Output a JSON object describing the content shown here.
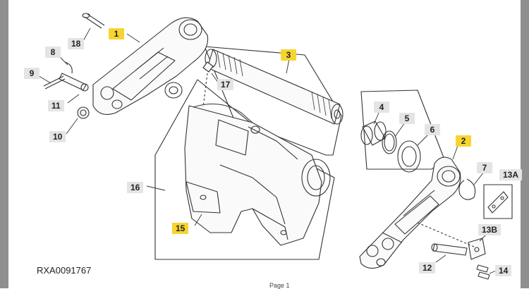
{
  "figure": {
    "reference": "RXA0091767",
    "footer": "Page 1"
  },
  "callouts": [
    {
      "id": "c1",
      "label": "1",
      "highlight": true
    },
    {
      "id": "c2",
      "label": "2",
      "highlight": true
    },
    {
      "id": "c3",
      "label": "3",
      "highlight": true
    },
    {
      "id": "c4",
      "label": "4",
      "highlight": false
    },
    {
      "id": "c5",
      "label": "5",
      "highlight": false
    },
    {
      "id": "c6",
      "label": "6",
      "highlight": false
    },
    {
      "id": "c7",
      "label": "7",
      "highlight": false
    },
    {
      "id": "c8",
      "label": "8",
      "highlight": false
    },
    {
      "id": "c9",
      "label": "9",
      "highlight": false
    },
    {
      "id": "c10",
      "label": "10",
      "highlight": false
    },
    {
      "id": "c11",
      "label": "11",
      "highlight": false
    },
    {
      "id": "c12",
      "label": "12",
      "highlight": false
    },
    {
      "id": "c13a",
      "label": "13A",
      "highlight": false
    },
    {
      "id": "c13b",
      "label": "13B",
      "highlight": false
    },
    {
      "id": "c14",
      "label": "14",
      "highlight": false
    },
    {
      "id": "c15",
      "label": "15",
      "highlight": true
    },
    {
      "id": "c16",
      "label": "16",
      "highlight": false
    },
    {
      "id": "c17",
      "label": "17",
      "highlight": false
    },
    {
      "id": "c18",
      "label": "18",
      "highlight": false
    }
  ],
  "colors": {
    "highlight": "#f7d531",
    "callout_bg": "#e4e4e4",
    "line": "#333333"
  }
}
